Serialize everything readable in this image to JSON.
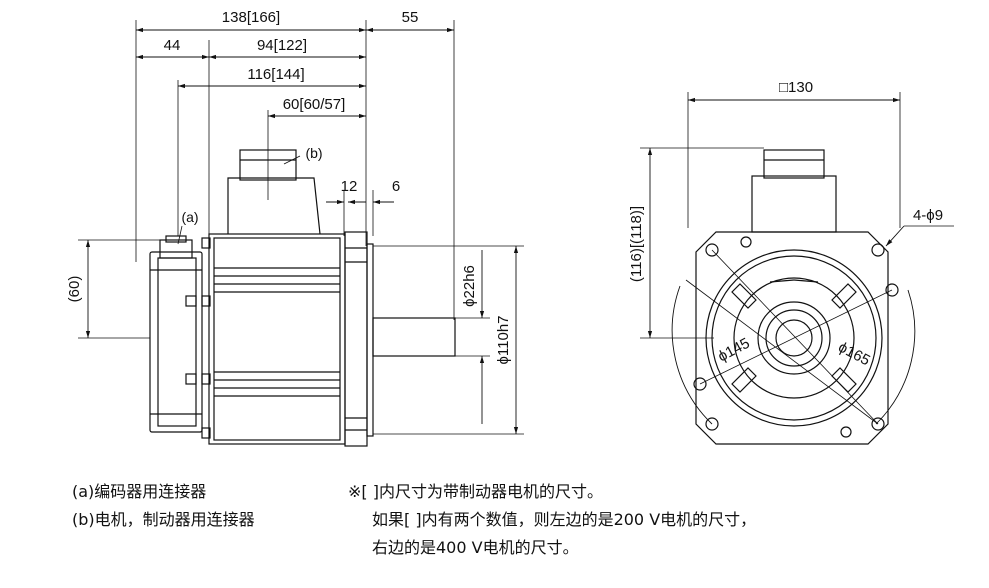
{
  "dimensions": {
    "overall_length": "138[166]",
    "shaft_length": "55",
    "encoder_offset": "44",
    "body_length": "94[122]",
    "flange_to_connector_a": "116[144]",
    "flange_to_connector_b": "60[60/57]",
    "flange_thickness": "12",
    "shaft_step": "6",
    "connector_height": "(60)",
    "shaft_diameter": "ϕ22h6",
    "spigot_diameter": "ϕ110h7",
    "flange_square": "□130",
    "height_side": "(116)[(118)]",
    "mount_holes": "4-ϕ9",
    "bolt_circle": "ϕ145",
    "pcd": "ϕ165"
  },
  "callouts": {
    "a": "(a)",
    "b": "(b)"
  },
  "legend": {
    "item_a": "(a)编码器用连接器",
    "item_b": "(b)电机，制动器用连接器"
  },
  "notes": {
    "line1": "※[ ]内尺寸为带制动器电机的尺寸。",
    "line2": "如果[ ]内有两个数值，则左边的是200 V电机的尺寸，",
    "line3": "右边的是400 V电机的尺寸。"
  }
}
